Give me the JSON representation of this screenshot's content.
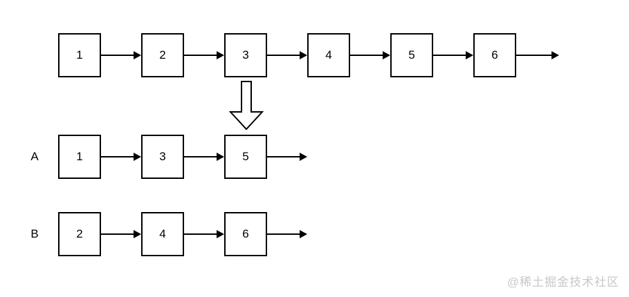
{
  "colors": {
    "background": "#ffffff",
    "stroke": "#000000",
    "node_fill": "#ffffff",
    "text": "#000000",
    "watermark": "#c8c8c8"
  },
  "lists": {
    "main": {
      "nodes": [
        "1",
        "2",
        "3",
        "4",
        "5",
        "6"
      ]
    },
    "a": {
      "label": "A",
      "nodes": [
        "1",
        "3",
        "5"
      ]
    },
    "b": {
      "label": "B",
      "nodes": [
        "2",
        "4",
        "6"
      ]
    }
  },
  "icons": {
    "split_arrow": "hollow-down-arrow",
    "link_arrow": "filled-right-arrow"
  },
  "watermark": "@稀土掘金技术社区"
}
